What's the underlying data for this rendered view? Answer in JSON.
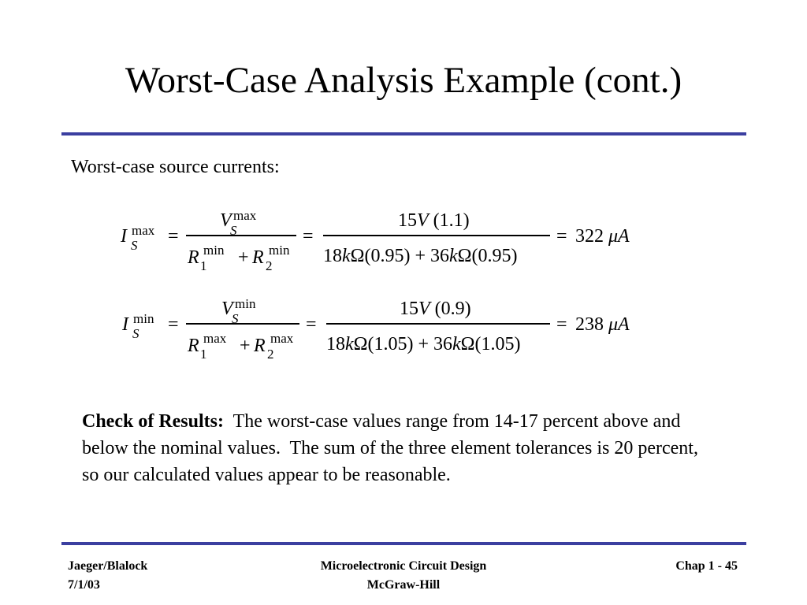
{
  "slide": {
    "title": "Worst-Case Analysis Example (cont.)",
    "intro": "Worst-case source currents:"
  },
  "equations": [
    {
      "lhs_var": "I",
      "lhs_sup": "max",
      "lhs_sub": "S",
      "num1_var": "V",
      "num1_sup": "max",
      "num1_sub": "S",
      "den1_r1": "R",
      "den1_r1_sup": "min",
      "den1_r1_sub": "1",
      "den1_plus": "+",
      "den1_r2": "R",
      "den1_r2_sup": "min",
      "den1_r2_sub": "2",
      "num2": "15V (1.1)",
      "num2_a": "15",
      "num2_v": "V",
      "num2_b": " (1.1)",
      "den2_a": "18",
      "den2_k1": "k",
      "den2_b": "Ω(0.95) + 36",
      "den2_k2": "k",
      "den2_c": "Ω(0.95)",
      "result_num": "322",
      "result_mu": "μ",
      "result_unit": "A"
    },
    {
      "lhs_var": "I",
      "lhs_sup": "min",
      "lhs_sub": "S",
      "num1_var": "V",
      "num1_sup": "min",
      "num1_sub": "S",
      "den1_r1": "R",
      "den1_r1_sup": "max",
      "den1_r1_sub": "1",
      "den1_plus": "+",
      "den1_r2": "R",
      "den1_r2_sup": "max",
      "den1_r2_sub": "2",
      "num2_a": "15",
      "num2_v": "V",
      "num2_b": " (0.9)",
      "den2_a": "18",
      "den2_k1": "k",
      "den2_b": "Ω(1.05) + 36",
      "den2_k2": "k",
      "den2_c": "Ω(1.05)",
      "result_num": "238",
      "result_mu": "μ",
      "result_unit": "A"
    }
  ],
  "equals": "=",
  "check": {
    "label": "Check of Results:",
    "text": "  The worst-case values range from 14-17 percent above and below the nominal values.  The sum of the three element tolerances is 20 percent, so our calculated values appear to be reasonable."
  },
  "footer": {
    "left_line1": "Jaeger/Blalock",
    "left_line2": "7/1/03",
    "center_line1": "Microelectronic Circuit Design",
    "center_line2": "McGraw-Hill",
    "right_line1": "Chap 1 - 45"
  },
  "colors": {
    "rule": "#3b3fa0",
    "text": "#000000",
    "background": "#ffffff"
  }
}
